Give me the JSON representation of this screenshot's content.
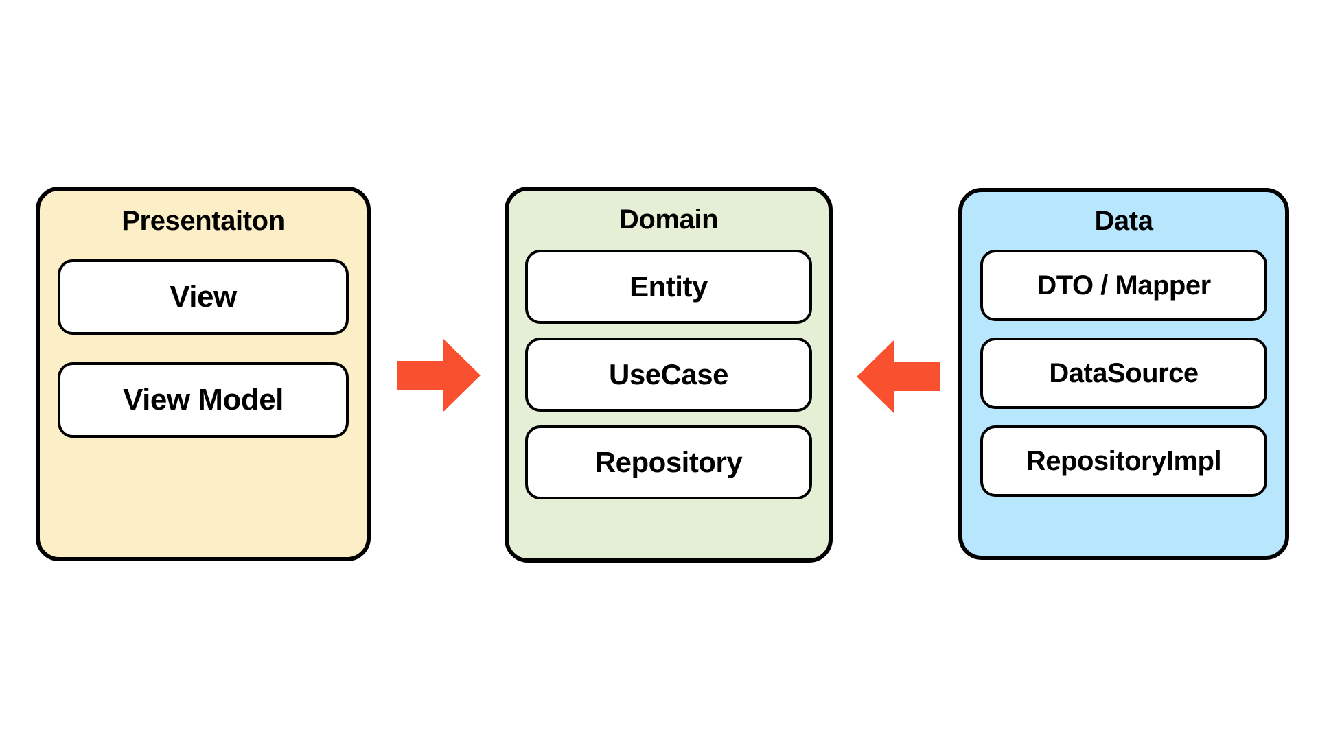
{
  "diagram": {
    "background_color": "#FFFFFF",
    "arrow_color": "#F9512F",
    "border_color": "#000000",
    "layers": [
      {
        "id": "presentation",
        "title": "Presentaiton",
        "fill_color": "#FCEFC7",
        "items": [
          "View",
          "View Model"
        ]
      },
      {
        "id": "domain",
        "title": "Domain",
        "fill_color": "#E4EFD6",
        "items": [
          "Entity",
          "UseCase",
          "Repository"
        ]
      },
      {
        "id": "data",
        "title": "Data",
        "fill_color": "#B8E6FC",
        "items": [
          "DTO / Mapper",
          "DataSource",
          "RepositoryImpl"
        ]
      }
    ],
    "arrows": [
      {
        "id": "presentation-to-domain",
        "direction": "right",
        "from": "presentation",
        "to": "domain"
      },
      {
        "id": "data-to-domain",
        "direction": "left",
        "from": "data",
        "to": "domain"
      }
    ]
  }
}
